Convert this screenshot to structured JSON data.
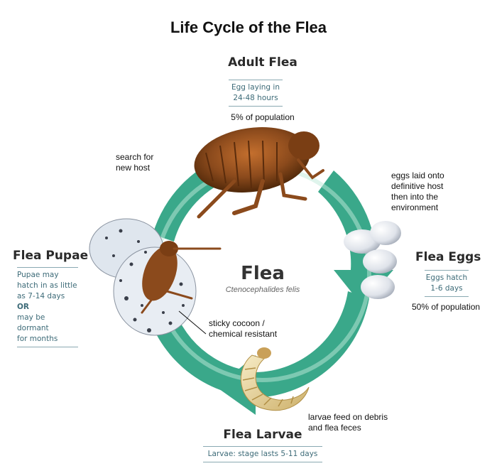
{
  "title": "Life Cycle of the Flea",
  "center": {
    "name": "Flea",
    "species": "Ctenocephalides felis"
  },
  "adult": {
    "title": "Adult Flea",
    "info_line1": "Egg laying in",
    "info_line2": "24-48 hours",
    "population": "5% of population",
    "note_line1": "search for",
    "note_line2": "new host"
  },
  "eggs": {
    "title": "Flea Eggs",
    "info_line1": "Eggs hatch",
    "info_line2": "1-6 days",
    "population": "50% of population",
    "note_line1": "eggs laid onto",
    "note_line2": "definitive host",
    "note_line3": "then into the",
    "note_line4": "environment"
  },
  "larvae": {
    "title": "Flea Larvae",
    "info": "Larvae: stage lasts 5-11 days",
    "note_line1": "larvae feed on debris",
    "note_line2": "and flea feces"
  },
  "pupae": {
    "title": "Flea Pupae",
    "info_line1": "Pupae may",
    "info_line2": "hatch in as little",
    "info_line3": "as 7-14 days",
    "info_line4": "OR",
    "info_line5": "may be dormant",
    "info_line6": "for months",
    "note_line1": "sticky cocoon /",
    "note_line2": "chemical resistant"
  },
  "colors": {
    "ring": "#3aa88a",
    "ring_light": "#9edcc6",
    "info_text": "#3d6b78"
  }
}
